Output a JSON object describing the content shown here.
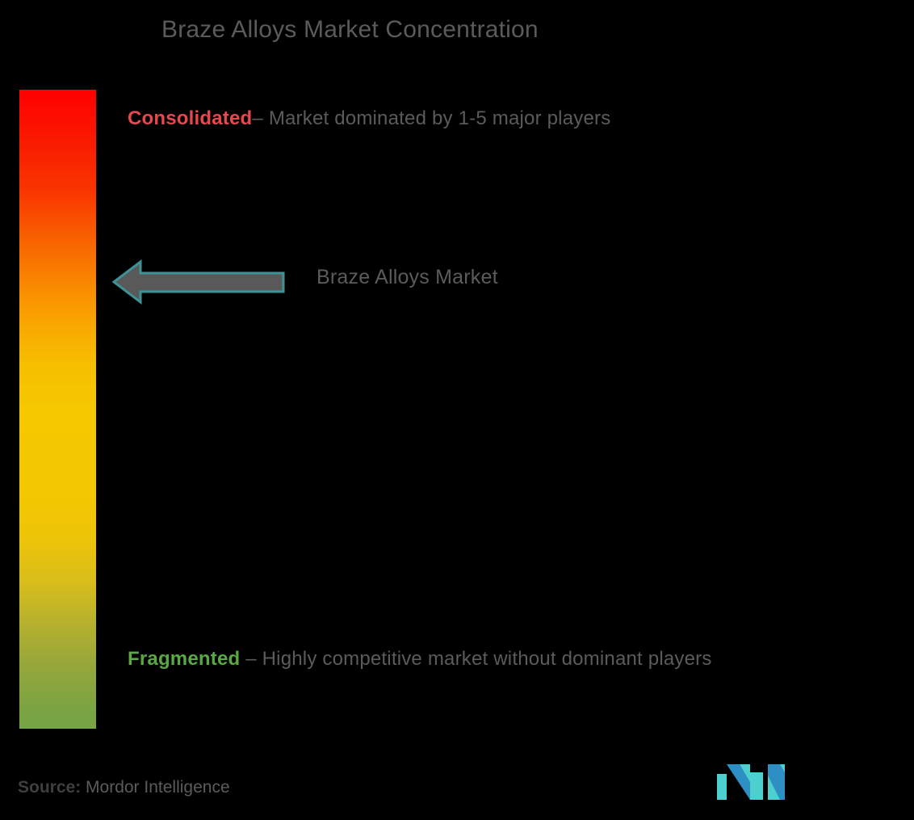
{
  "chart": {
    "title": "Braze Alloys Market Concentration",
    "type": "gradient-scale",
    "scale": {
      "top_anchor": "Consolidated",
      "bottom_anchor": "Fragmented",
      "gradient_stops": [
        "#ff0000",
        "#f86500",
        "#f5c800",
        "#76a545"
      ],
      "orientation": "vertical"
    },
    "top_legend": {
      "term": "Consolidated",
      "term_color": "#e8474e",
      "description": "– Market dominated by 1-5 major players"
    },
    "bottom_legend": {
      "term": "Fragmented",
      "term_color": "#59a844",
      "description": " – Highly competitive market without dominant players"
    },
    "marker": {
      "label": "Braze Alloys Market",
      "icon": "left-arrow-icon",
      "arrow_fill": "#595959",
      "arrow_stroke": "#3e9296",
      "position_on_scale": "upper-middle (toward consolidated)"
    }
  },
  "footer": {
    "source_label": "Source:",
    "source_value": "Mordor Intelligence",
    "logo_alt": "Mordor Intelligence MI logo",
    "logo_colors": [
      "#2e8fc4",
      "#4bd0cf"
    ]
  },
  "chart_data": {
    "type": "bar",
    "title": "Braze Alloys Market Concentration",
    "orientation": "vertical-gradient-scale",
    "categories": [
      "Consolidated",
      "Fragmented"
    ],
    "values": [
      100,
      0
    ],
    "xlabel": "",
    "ylabel": "Market Concentration",
    "ylim": [
      0,
      100
    ],
    "annotations": [
      {
        "text": "Braze Alloys Market",
        "value": 73,
        "note": "Arrow marker placed in the upper-middle (orange) region of the scale, indicating a moderately consolidated market"
      },
      {
        "text": "Consolidated – Market dominated by 1-5 major players",
        "value": 100
      },
      {
        "text": "Fragmented – Highly competitive market without dominant players",
        "value": 0
      }
    ],
    "legend_position": "right-of-scale",
    "grid": false
  }
}
